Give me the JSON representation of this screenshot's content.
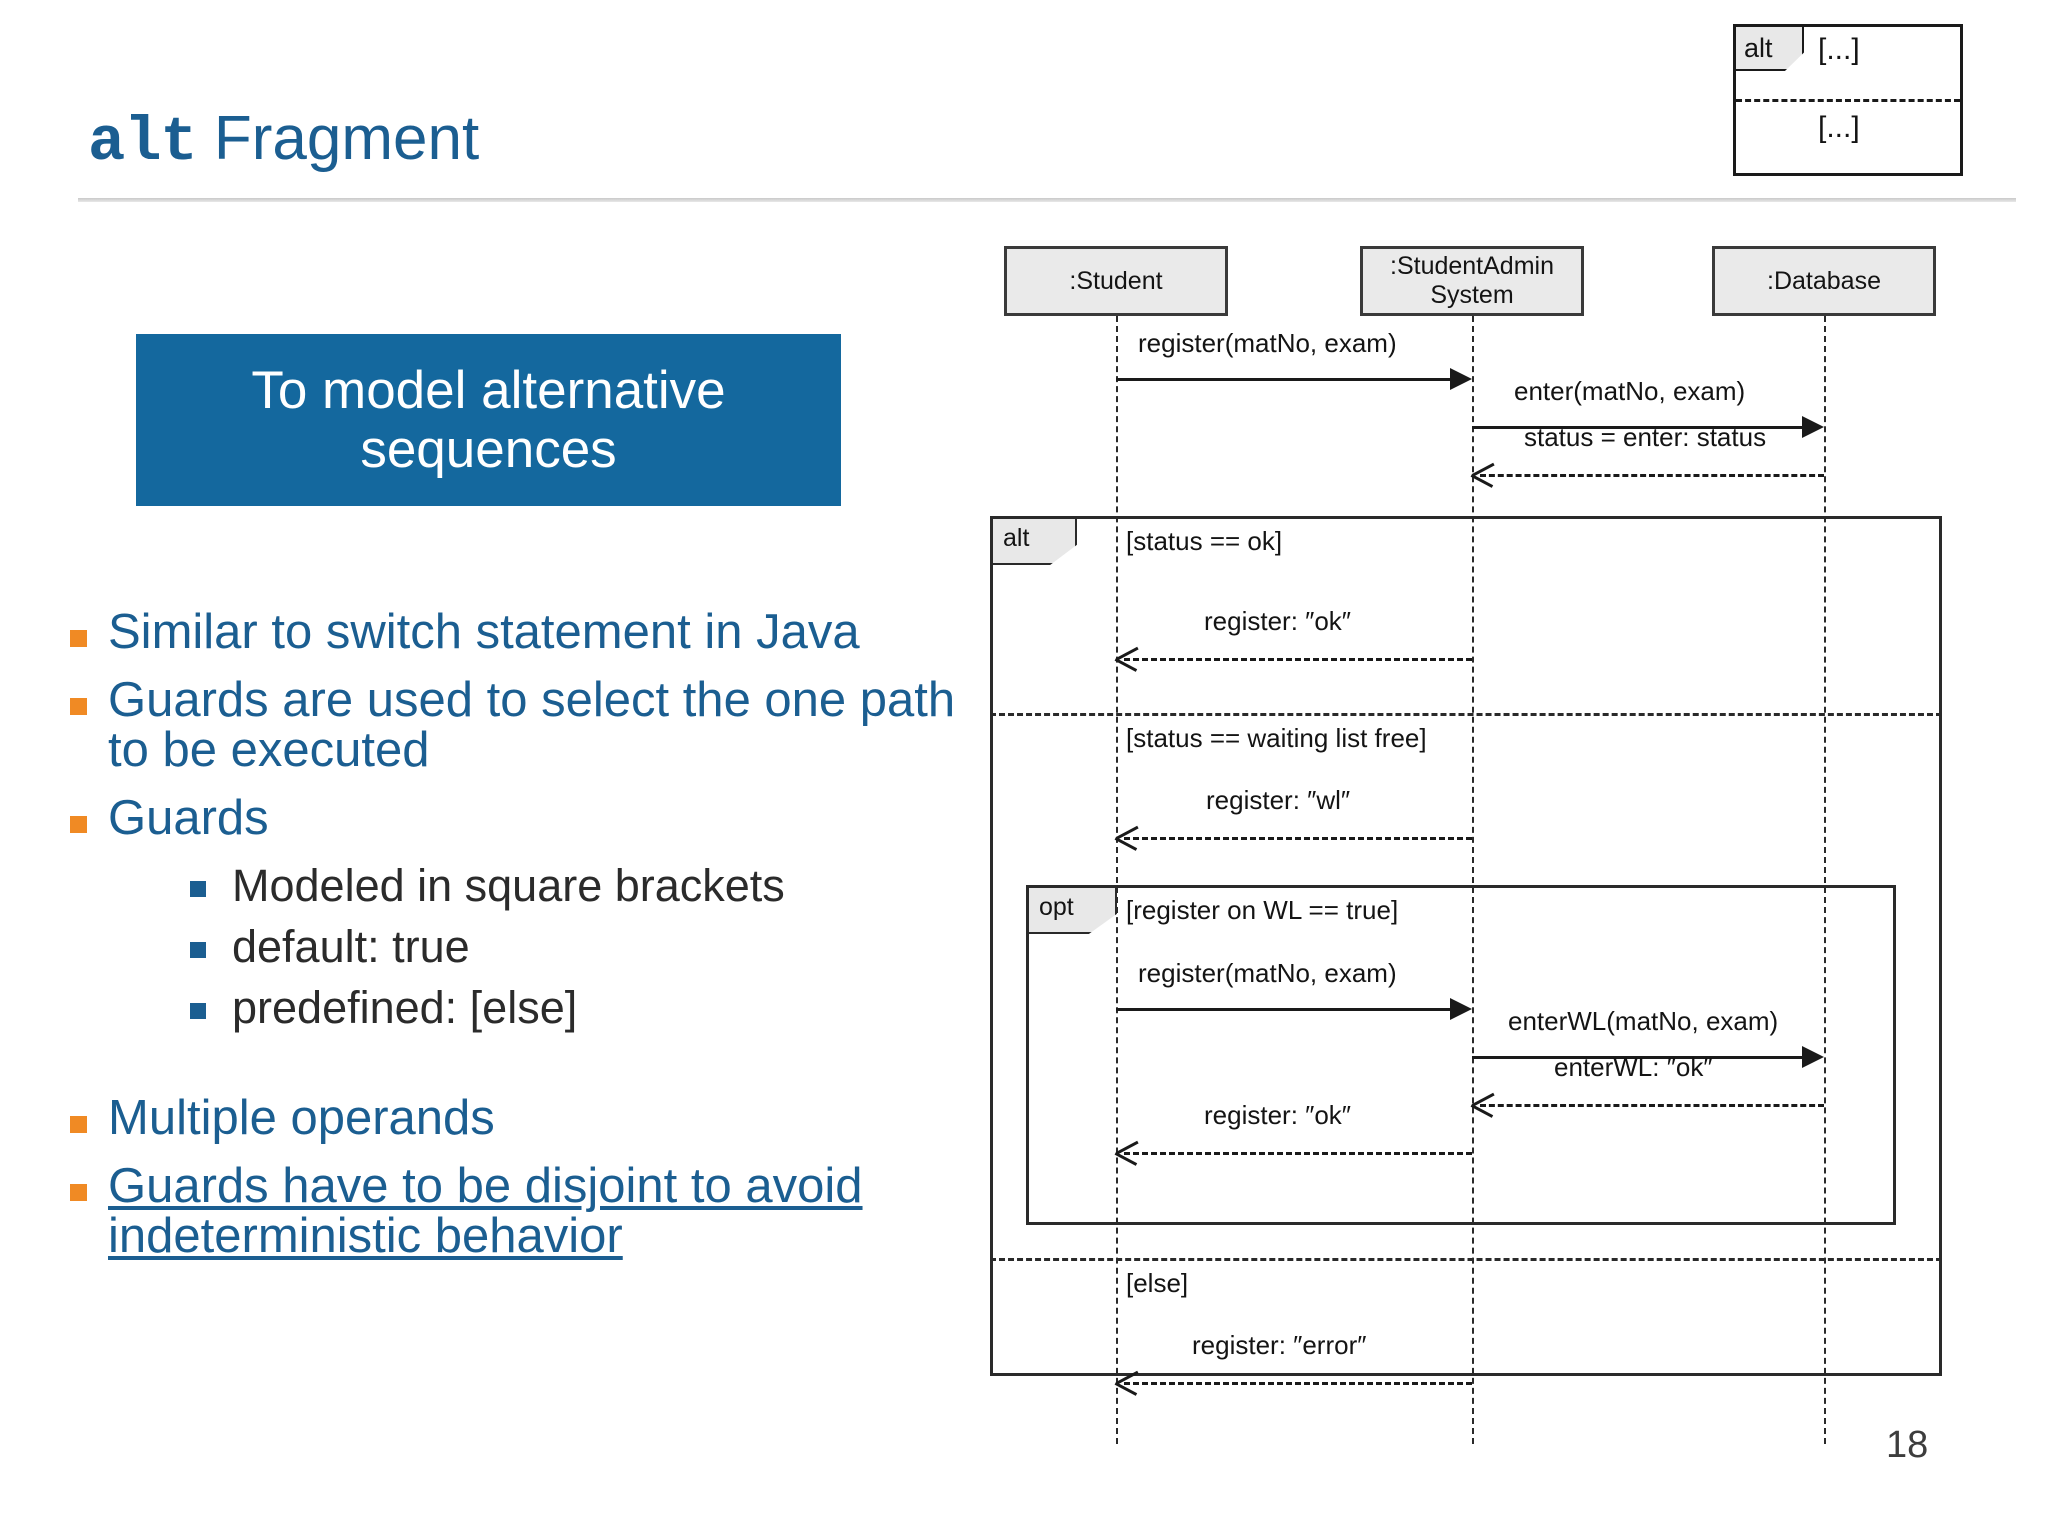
{
  "slide": {
    "title_keyword": "alt",
    "title_rest": " Fragment",
    "page_number": "18"
  },
  "legend": {
    "tag": "alt",
    "operand1": "[...]",
    "operand2": "[...]"
  },
  "callout": {
    "text": "To model alternative sequences"
  },
  "bullets": [
    {
      "level": 1,
      "text": "Similar to switch statement in Java",
      "underline": false
    },
    {
      "level": 1,
      "text": "Guards are used to select the one path to be executed",
      "underline": false
    },
    {
      "level": 1,
      "text": "Guards",
      "underline": false
    },
    {
      "level": 2,
      "text": "Modeled in square brackets"
    },
    {
      "level": 2,
      "text": "default: true"
    },
    {
      "level": 2,
      "text": "predefined: [else]"
    },
    {
      "level": 1,
      "text": "Multiple operands",
      "underline": false
    },
    {
      "level": 1,
      "text": "Guards have to be disjoint to avoid indeterministic behavior",
      "underline": true
    }
  ],
  "diagram": {
    "lifelines": [
      {
        "name": "student",
        "label": ":Student"
      },
      {
        "name": "studentadmin",
        "label": ":StudentAdmin System"
      },
      {
        "name": "database",
        "label": ":Database"
      }
    ],
    "messages": [
      {
        "label": "register(matNo, exam)",
        "from": "student",
        "to": "studentadmin",
        "kind": "call"
      },
      {
        "label": "enter(matNo, exam)",
        "from": "studentadmin",
        "to": "database",
        "kind": "call"
      },
      {
        "label": "status = enter: status",
        "from": "database",
        "to": "studentadmin",
        "kind": "return"
      },
      {
        "label": "register: ″ok″",
        "from": "studentadmin",
        "to": "student",
        "kind": "return"
      },
      {
        "label": "register: ″wl″",
        "from": "studentadmin",
        "to": "student",
        "kind": "return"
      },
      {
        "label": "register(matNo, exam)",
        "from": "student",
        "to": "studentadmin",
        "kind": "call"
      },
      {
        "label": "enterWL(matNo, exam)",
        "from": "studentadmin",
        "to": "database",
        "kind": "call"
      },
      {
        "label": "enterWL: ″ok″",
        "from": "database",
        "to": "studentadmin",
        "kind": "return"
      },
      {
        "label": "register: ″ok″",
        "from": "studentadmin",
        "to": "student",
        "kind": "return"
      },
      {
        "label": "register: ″error″",
        "from": "studentadmin",
        "to": "student",
        "kind": "return"
      }
    ],
    "alt_fragment": {
      "tag": "alt",
      "operands": [
        {
          "guard": "[status == ok]"
        },
        {
          "guard": "[status == waiting list free]"
        },
        {
          "guard": "[else]"
        }
      ]
    },
    "opt_fragment": {
      "tag": "opt",
      "guard": "[register on WL == true]"
    }
  },
  "colors": {
    "title_blue": "#1b5e91",
    "callout_blue": "#14689e",
    "bullet_orange": "#f08a24",
    "subbullet_blue": "#1b5e91",
    "frame_stroke": "#2a2a2a",
    "lifeline_fill": "#eaeaea"
  }
}
